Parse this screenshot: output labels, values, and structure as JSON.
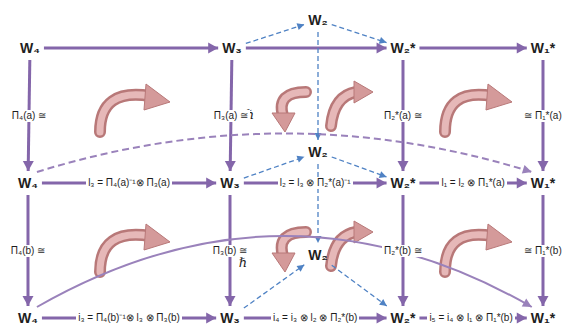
{
  "diagram": {
    "nodes": [
      {
        "text": [
          "W₄"
        ]
      },
      {
        "text": [
          "W₃"
        ]
      },
      {
        "text": [
          "W₂"
        ]
      },
      {
        "text": [
          "W₂*"
        ]
      },
      {
        "text": [
          "W₁*"
        ]
      },
      {
        "text": [
          "W₄"
        ]
      },
      {
        "text": [
          "W₃"
        ]
      },
      {
        "text": [
          "W₂"
        ]
      },
      {
        "text": [
          "W₂*"
        ]
      },
      {
        "text": [
          "W₁*"
        ]
      },
      {
        "text": [
          "W₂"
        ]
      },
      {
        "text": [
          "W₄"
        ]
      },
      {
        "text": [
          "W₃"
        ]
      },
      {
        "text": [
          "W₂*"
        ]
      },
      {
        "text": [
          "W₁*"
        ]
      }
    ],
    "edges": [
      {
        "from": 0,
        "to": 1,
        "arrow": "to"
      },
      {
        "from": 1,
        "to": 3,
        "arrow": "to"
      },
      {
        "from": 3,
        "to": 4,
        "arrow": "to"
      },
      {
        "from": 1,
        "to": 2,
        "arrow": "to"
      },
      {
        "from": 2,
        "to": 3,
        "arrow": "to"
      },
      {
        "from": 0,
        "to": 5,
        "label": "Π₄(a) ≅",
        "arrow": "to"
      },
      {
        "from": 1,
        "to": 6,
        "label": "Π₃(a) ≅",
        "arrow": "to"
      },
      {
        "from": 2,
        "to": 7,
        "arrow": "to"
      },
      {
        "from": 3,
        "to": 8,
        "label": "Π₂*(a) ≅",
        "arrow": "to"
      },
      {
        "from": 4,
        "to": 9,
        "label": "≅ Π₁*(a)",
        "arrow": "to"
      },
      {
        "from": 5,
        "to": 6,
        "label": "l₃ = Π₄(a)⁻¹⊗ Π₃(a)",
        "arrow": "to"
      },
      {
        "from": 6,
        "to": 8,
        "label": "l₂ = l₃ ⊗ Π₂*(a)⁻¹",
        "arrow": "to"
      },
      {
        "from": 8,
        "to": 9,
        "label": "l₁ = l₂ ⊗ Π₁*(a)",
        "arrow": "to"
      },
      {
        "from": 6,
        "to": 7,
        "arrow": "to"
      },
      {
        "from": 7,
        "to": 8,
        "arrow": "to"
      },
      {
        "from": 5,
        "to": 9,
        "arrow": "to"
      },
      {
        "from": 5,
        "to": 11,
        "label": "Π₄(b) ≅",
        "arrow": "to"
      },
      {
        "from": 6,
        "to": 12,
        "label": "Π₃(b) ≅",
        "arrow": "to"
      },
      {
        "from": 7,
        "to": 10,
        "arrow": "to"
      },
      {
        "from": 8,
        "to": 13,
        "label": "Π₂*(b) ≅",
        "arrow": "to"
      },
      {
        "from": 9,
        "to": 14,
        "label": "≅ Π₁*(b)",
        "arrow": "to"
      },
      {
        "from": 12,
        "to": 10,
        "arrow": "to"
      },
      {
        "from": 10,
        "to": 13,
        "arrow": "to"
      },
      {
        "from": 11,
        "to": 12,
        "label": "i₃ = Π₄(b)⁻¹⊗ l₃ ⊗ Π₃(b)",
        "arrow": "to"
      },
      {
        "from": 12,
        "to": 13,
        "label": "i₄ = i₃ ⊗ l₂ ⊗ Π₂*(b)",
        "arrow": "to"
      },
      {
        "from": 13,
        "to": 14,
        "label": "i₅ = i₄ ⊗ l₁ ⊗ Π₁*(b)",
        "arrow": "to"
      },
      {
        "from": 11,
        "to": 14,
        "arrow": "to"
      }
    ],
    "labels": [
      "ℏ",
      "ℏ"
    ]
  }
}
